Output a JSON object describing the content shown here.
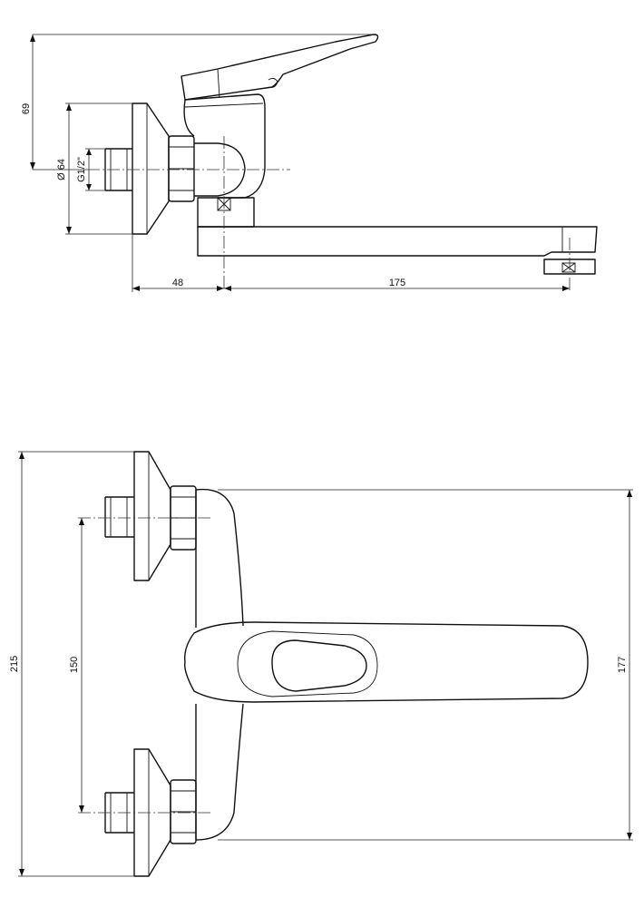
{
  "side_view": {
    "dimensions": {
      "height_69": "69",
      "diameter_64": "Ø 64",
      "thread": "G1/2\"",
      "wall_to_axis_48": "48",
      "spout_reach_175": "175"
    }
  },
  "front_view": {
    "dimensions": {
      "overall_height_215": "215",
      "inlet_spacing_150": "150",
      "body_width_177": "177"
    }
  },
  "colors": {
    "line": "#111111",
    "background": "#ffffff"
  }
}
